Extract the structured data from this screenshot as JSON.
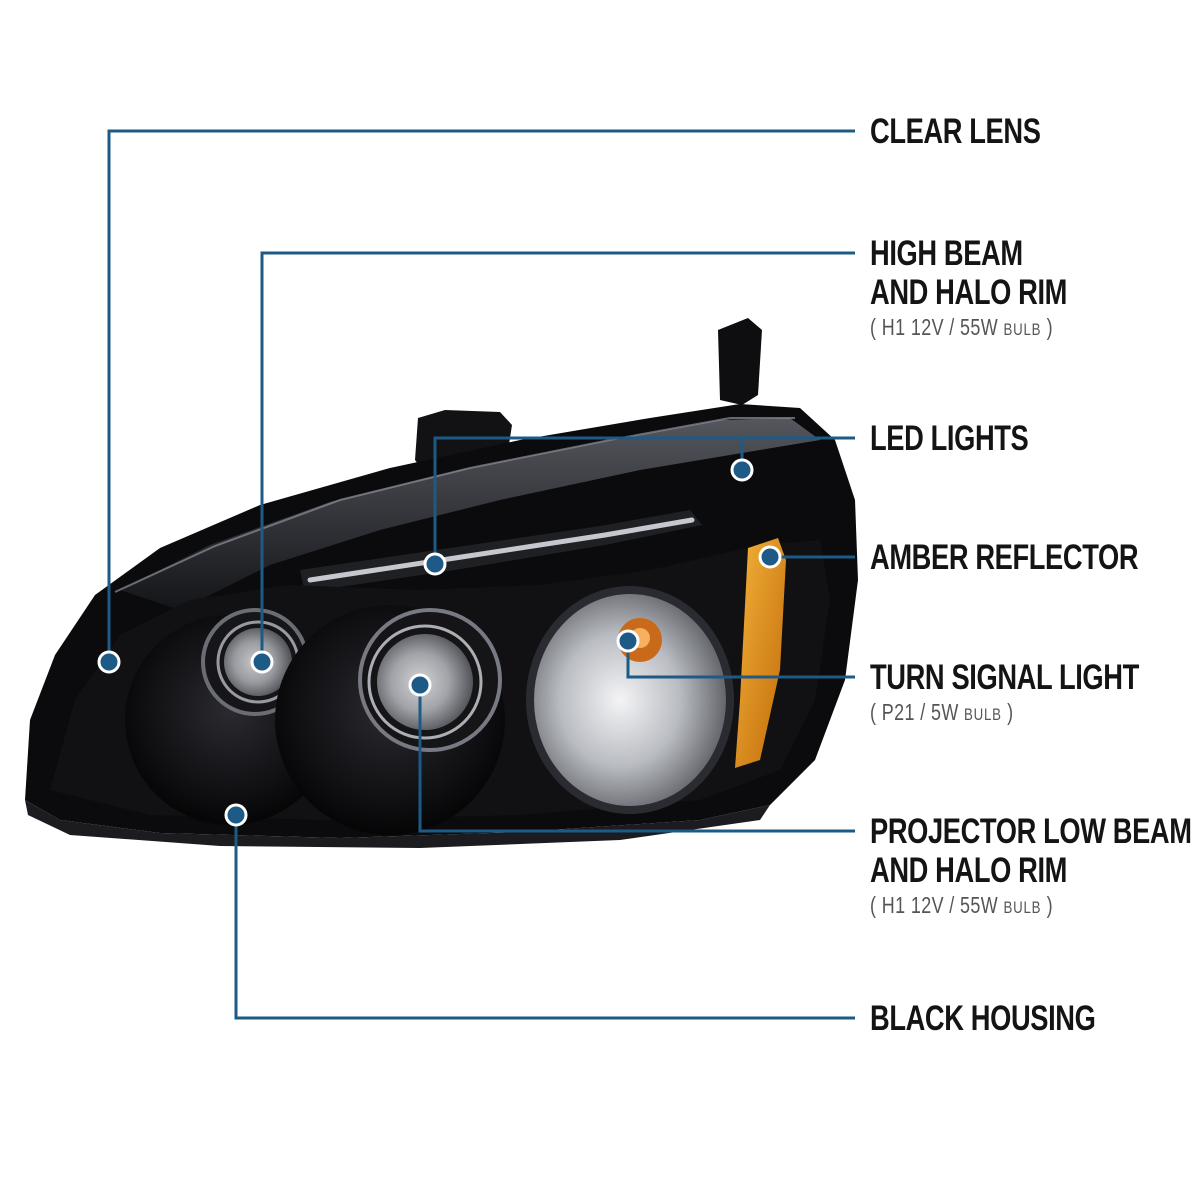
{
  "colors": {
    "leader_line": "#1d5a85",
    "marker": "#1d5a85",
    "housing": "#0d0d10",
    "amber": "#d98a16"
  },
  "callouts": [
    {
      "id": "clear-lens",
      "lines": [
        "CLEAR LENS"
      ],
      "spec": null
    },
    {
      "id": "high-beam",
      "lines": [
        "HIGH BEAM",
        "AND HALO RIM"
      ],
      "spec": {
        "open": "(",
        "main": "H1 12V / 55W",
        "unit": "BULB",
        "close": ")"
      }
    },
    {
      "id": "led-lights",
      "lines": [
        "LED LIGHTS"
      ],
      "spec": null
    },
    {
      "id": "amber-reflector",
      "lines": [
        "AMBER REFLECTOR"
      ],
      "spec": null
    },
    {
      "id": "turn-signal",
      "lines": [
        "TURN SIGNAL LIGHT"
      ],
      "spec": {
        "open": "(",
        "main": "P21 / 5W",
        "unit": "BULB",
        "close": ")"
      }
    },
    {
      "id": "projector-low-beam",
      "lines": [
        "PROJECTOR LOW BEAM",
        "AND HALO RIM"
      ],
      "spec": {
        "open": "(",
        "main": "H1 12V / 55W",
        "unit": "BULB",
        "close": ")"
      }
    },
    {
      "id": "black-housing",
      "lines": [
        "BLACK HOUSING"
      ],
      "spec": null
    }
  ]
}
